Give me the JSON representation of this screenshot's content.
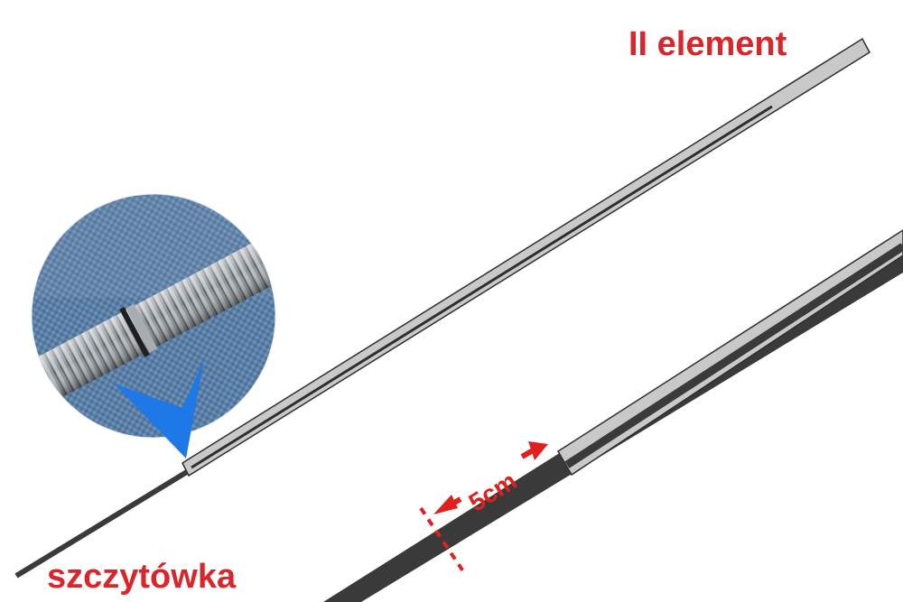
{
  "labels": {
    "second_element": "II element",
    "tip_section": "szczytówka",
    "overlap": "5cm"
  },
  "colors": {
    "label_red": "#d9262a",
    "arrow_red": "#e0201f",
    "blank_gray": "#c9c9c9",
    "blank_dark": "#3a3a3a",
    "pointer_blue": "#1e78e6"
  },
  "icons": {
    "pointer": "down-right-arrow-icon",
    "overlap_arrows": "double-arrow-icon"
  }
}
